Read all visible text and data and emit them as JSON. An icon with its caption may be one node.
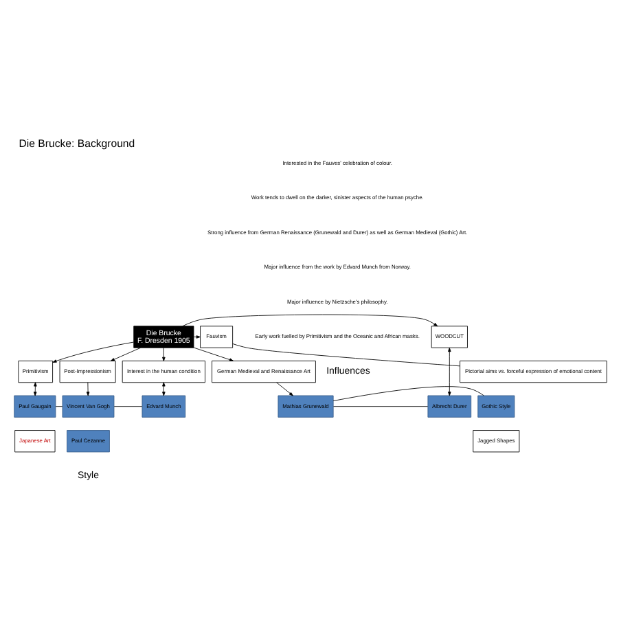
{
  "diagram": {
    "title": "Die Brucke: Background",
    "nodes": [
      {
        "text": [
          "Albrecht Durer"
        ]
      },
      {
        "text": [
          "Mathias Grunewald"
        ]
      },
      {
        "text": [
          "Gothic Style"
        ]
      },
      {
        "text": [
          "Jagged Shapes"
        ]
      },
      {
        "text": [
          "German Medieval and Renaissance Art"
        ]
      },
      {
        "text": [
          "WOODCUT"
        ]
      },
      {
        "text": [
          "Fauvism"
        ]
      },
      {
        "text": [
          "Die Brucke",
          "F. Dresden 1905"
        ]
      },
      {
        "text": [
          "Pictorial aims vs. forceful expression of emotional content"
        ]
      },
      {
        "text": [
          "Interest in the human condition"
        ]
      },
      {
        "text": [
          "Primitivism"
        ]
      },
      {
        "text": [
          "Post-Impressionism"
        ]
      },
      {
        "text": [
          "Edvard Munch"
        ]
      },
      {
        "text": [
          "Vincent Van Gogh"
        ]
      },
      {
        "text": [
          "Paul Gaugain"
        ]
      },
      {
        "text": [
          "Japanese Art"
        ]
      },
      {
        "text": [
          "Paul Cezanne"
        ]
      }
    ],
    "edges": [
      {
        "from": 0,
        "to": 1,
        "arrow": "none"
      },
      {
        "from": 1,
        "to": 2,
        "arrow": "none"
      },
      {
        "from": 5,
        "to": 0,
        "arrow": "both"
      },
      {
        "from": 7,
        "to": 4,
        "arrow": "to"
      },
      {
        "from": 4,
        "to": 1,
        "arrow": "to"
      },
      {
        "from": 7,
        "to": 5,
        "arrow": "to"
      },
      {
        "from": 7,
        "to": 6,
        "arrow": "to"
      },
      {
        "from": 6,
        "to": 8,
        "arrow": "none"
      },
      {
        "from": 7,
        "to": 9,
        "arrow": "to"
      },
      {
        "from": 7,
        "to": 10,
        "arrow": "to"
      },
      {
        "from": 7,
        "to": 11,
        "arrow": "to"
      },
      {
        "from": 9,
        "to": 12,
        "arrow": "both"
      },
      {
        "from": 12,
        "to": 13,
        "arrow": "none"
      },
      {
        "from": 11,
        "to": 13,
        "arrow": "to"
      },
      {
        "from": 13,
        "to": 14,
        "arrow": "none"
      },
      {
        "from": 10,
        "to": 14,
        "arrow": "both"
      }
    ],
    "labels": [
      "Interested in the Fauves' celebration of colour.",
      "Work tends to dwell on the darker, sinister aspects of the human psyche.",
      "Strong influence from German Renaissance (Grunewald and Durer) as well as German Medieval (Gothic) Art.",
      "Major influence from the work by Edvard Munch from Norway.",
      "Major influence by Nietzsche's philosophy.",
      "Early work fuelled by Primitivism and the Oceanic and African masks.",
      "Influences",
      "Style"
    ]
  }
}
